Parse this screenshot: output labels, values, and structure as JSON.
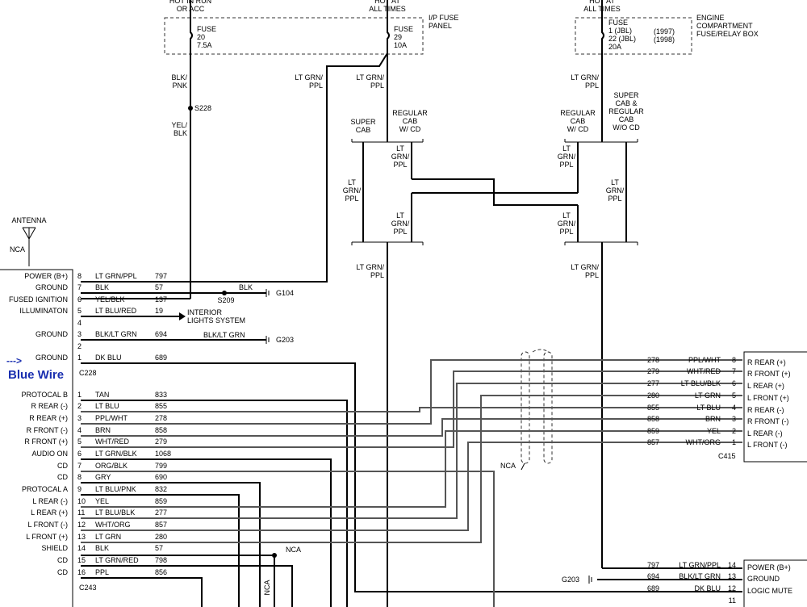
{
  "top": {
    "hot_run": [
      "HOT IN RUN",
      "OR ACC"
    ],
    "hot_times_1": [
      "HOT AT",
      "ALL TIMES"
    ],
    "hot_times_2": [
      "HOT AT",
      "ALL TIMES"
    ],
    "fuse20": [
      "FUSE",
      "20",
      "7.5A"
    ],
    "fuse29": [
      "FUSE",
      "29",
      "10A"
    ],
    "fuse_eng": [
      "FUSE",
      "1 (JBL)",
      "22 (JBL)",
      "20A"
    ],
    "years": [
      "(1997)",
      "(1998)"
    ],
    "ip_panel": [
      "I/P FUSE",
      "PANEL"
    ],
    "eng_box": [
      "ENGINE",
      "COMPARTMENT",
      "FUSE/RELAY BOX"
    ]
  },
  "labels": {
    "blk_pnk": [
      "BLK/",
      "PNK"
    ],
    "s228": "S228",
    "yel_blk": [
      "YEL/",
      "BLK"
    ],
    "ltgrn_ppl_a": [
      "LT GRN/",
      "PPL"
    ],
    "ltgrn_ppl_b": [
      "LT GRN/",
      "PPL"
    ],
    "ltgrn_ppl_c": [
      "LT GRN/",
      "PPL"
    ],
    "super_cab": [
      "SUPER",
      "CAB"
    ],
    "regular_cab_cd": [
      "REGULAR",
      "CAB",
      "W/ CD"
    ],
    "regular_cab_cd2": [
      "REGULAR",
      "CAB",
      "W/ CD"
    ],
    "super_cab_regular": [
      "SUPER",
      "CAB &",
      "REGULAR",
      "CAB",
      "W/O CD"
    ],
    "lt_grn_ppl_3": [
      "LT",
      "GRN/",
      "PPL"
    ],
    "lt_grn_ppl_s": [
      "LT GRN/",
      "PPL"
    ],
    "antenna": "ANTENNA",
    "nca": "NCA",
    "g104": "G104",
    "g203": "G203",
    "s209": "S209",
    "blk": "BLK",
    "blk_lt_grn": "BLK/LT GRN",
    "interior": [
      "INTERIOR",
      "LIGHTS SYSTEM"
    ],
    "blue_wire": "Blue Wire",
    "arrow": "--->",
    "c228": "C228",
    "c243": "C243",
    "c415": "C415"
  },
  "c228_rows": [
    {
      "label": "POWER (B+)",
      "pin": "8",
      "color": "LT GRN/PPL",
      "circuit": "797"
    },
    {
      "label": "GROUND",
      "pin": "7",
      "color": "BLK",
      "circuit": "57"
    },
    {
      "label": "FUSED IGNITION",
      "pin": "6",
      "color": "YEL/BLK",
      "circuit": "137"
    },
    {
      "label": "ILLUMINATON",
      "pin": "5",
      "color": "LT BLU/RED",
      "circuit": "19"
    },
    {
      "label": "",
      "pin": "4",
      "color": "",
      "circuit": ""
    },
    {
      "label": "GROUND",
      "pin": "3",
      "color": "BLK/LT GRN",
      "circuit": "694"
    },
    {
      "label": "",
      "pin": "2",
      "color": "",
      "circuit": ""
    },
    {
      "label": "GROUND",
      "pin": "1",
      "color": "DK BLU",
      "circuit": "689"
    }
  ],
  "c243_rows": [
    {
      "label": "PROTOCAL B",
      "pin": "1",
      "color": "TAN",
      "circuit": "833"
    },
    {
      "label": "R REAR (-)",
      "pin": "2",
      "color": "LT BLU",
      "circuit": "855"
    },
    {
      "label": "R REAR (+)",
      "pin": "3",
      "color": "PPL/WHT",
      "circuit": "278"
    },
    {
      "label": "R FRONT (-)",
      "pin": "4",
      "color": "BRN",
      "circuit": "858"
    },
    {
      "label": "R FRONT (+)",
      "pin": "5",
      "color": "WHT/RED",
      "circuit": "279"
    },
    {
      "label": "AUDIO ON",
      "pin": "6",
      "color": "LT GRN/BLK",
      "circuit": "1068"
    },
    {
      "label": "CD",
      "pin": "7",
      "color": "ORG/BLK",
      "circuit": "799"
    },
    {
      "label": "CD",
      "pin": "8",
      "color": "GRY",
      "circuit": "690"
    },
    {
      "label": "PROTOCAL A",
      "pin": "9",
      "color": "LT BLU/PNK",
      "circuit": "832"
    },
    {
      "label": "L REAR (-)",
      "pin": "10",
      "color": "YEL",
      "circuit": "859"
    },
    {
      "label": "L REAR (+)",
      "pin": "11",
      "color": "LT BLU/BLK",
      "circuit": "277"
    },
    {
      "label": "L FRONT (-)",
      "pin": "12",
      "color": "WHT/ORG",
      "circuit": "857"
    },
    {
      "label": "L FRONT (+)",
      "pin": "13",
      "color": "LT GRN",
      "circuit": "280"
    },
    {
      "label": "SHIELD",
      "pin": "14",
      "color": "BLK",
      "circuit": "57"
    },
    {
      "label": "CD",
      "pin": "15",
      "color": "LT GRN/RED",
      "circuit": "798"
    },
    {
      "label": "CD",
      "pin": "16",
      "color": "PPL",
      "circuit": "856"
    }
  ],
  "c415_rows": [
    {
      "label": "R REAR (+)",
      "pin": "8",
      "color": "PPL/WHT",
      "circuit": "278"
    },
    {
      "label": "R FRONT (+)",
      "pin": "7",
      "color": "WHT/RED",
      "circuit": "279"
    },
    {
      "label": "L REAR (+)",
      "pin": "6",
      "color": "LT BLU/BLK",
      "circuit": "277"
    },
    {
      "label": "L FRONT (+)",
      "pin": "5",
      "color": "LT GRN",
      "circuit": "280"
    },
    {
      "label": "R REAR (-)",
      "pin": "4",
      "color": "LT BLU",
      "circuit": "855"
    },
    {
      "label": "R FRONT (-)",
      "pin": "3",
      "color": "BRN",
      "circuit": "858"
    },
    {
      "label": "L REAR (-)",
      "pin": "2",
      "color": "YEL",
      "circuit": "859"
    },
    {
      "label": "L FRONT (-)",
      "pin": "1",
      "color": "WHT/ORG",
      "circuit": "857"
    }
  ],
  "amp_rows": [
    {
      "label": "POWER (B+)",
      "pin": "14",
      "color": "LT GRN/PPL",
      "circuit": "797"
    },
    {
      "label": "GROUND",
      "pin": "13",
      "color": "BLK/LT GRN",
      "circuit": "694"
    },
    {
      "label": "LOGIC MUTE",
      "pin": "12",
      "color": "DK BLU",
      "circuit": "689"
    },
    {
      "label": "",
      "pin": "11",
      "color": "",
      "circuit": ""
    }
  ]
}
